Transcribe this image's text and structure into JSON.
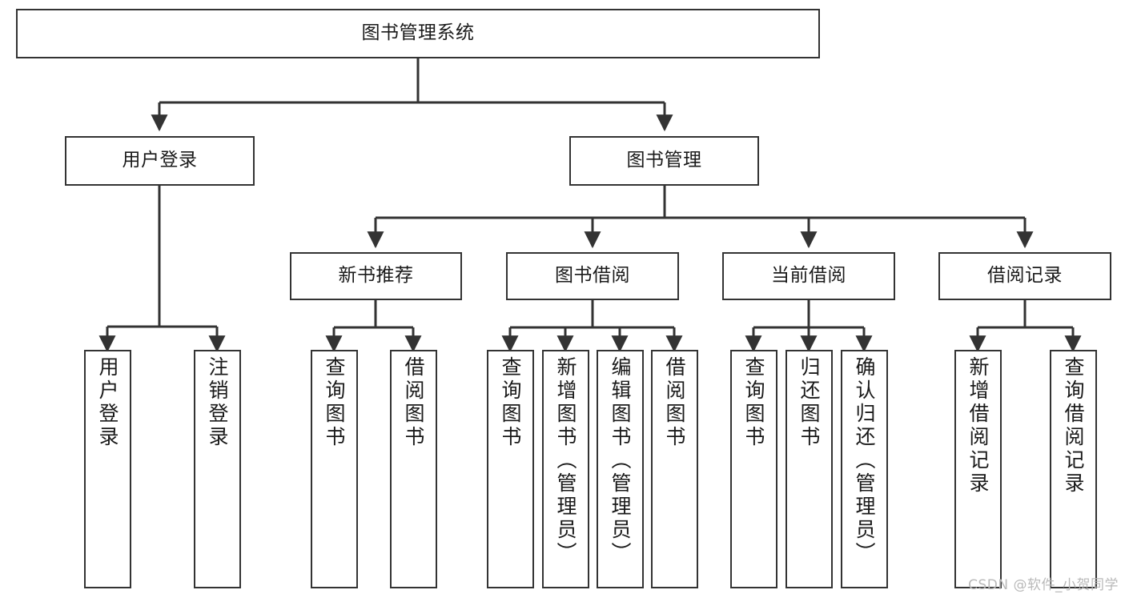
{
  "diagram": {
    "title": "图书管理系统",
    "type": "hierarchy-tree",
    "watermark": "CSDN @软件_小贺同学",
    "colors": {
      "box_border": "#333333",
      "box_fill": "#ffffff",
      "edge": "#333333",
      "text": "#1a1a1a",
      "watermark": "#b9b9b9"
    },
    "levels": {
      "root": "图书管理系统",
      "level2": [
        "用户登录",
        "图书管理"
      ],
      "level3": [
        "新书推荐",
        "图书借阅",
        "当前借阅",
        "借阅记录"
      ]
    }
  },
  "nodes": {
    "root": {
      "label": "图书管理系统"
    },
    "user_login": {
      "label": "用户登录"
    },
    "book_manage": {
      "label": "图书管理"
    },
    "new_book_rec": {
      "label": "新书推荐"
    },
    "book_borrow": {
      "label": "图书借阅"
    },
    "current_borrow": {
      "label": "当前借阅"
    },
    "borrow_record": {
      "label": "借阅记录"
    },
    "leaf_user_login": {
      "label": "用户登录"
    },
    "leaf_logout": {
      "label": "注销登录"
    },
    "leaf_query_book_1": {
      "label": "查询图书"
    },
    "leaf_borrow_book_1": {
      "label": "借阅图书"
    },
    "leaf_query_book_2": {
      "label": "查询图书"
    },
    "leaf_add_book_admin": {
      "label": "新增图书（管理员）"
    },
    "leaf_edit_book_admin": {
      "label": "编辑图书（管理员）"
    },
    "leaf_borrow_book_2": {
      "label": "借阅图书"
    },
    "leaf_query_book_3": {
      "label": "查询图书"
    },
    "leaf_return_book": {
      "label": "归还图书"
    },
    "leaf_confirm_return_admin": {
      "label": "确认归还（管理员）"
    },
    "leaf_add_record": {
      "label": "新增借阅记录"
    },
    "leaf_query_record": {
      "label": "查询借阅记录"
    }
  }
}
